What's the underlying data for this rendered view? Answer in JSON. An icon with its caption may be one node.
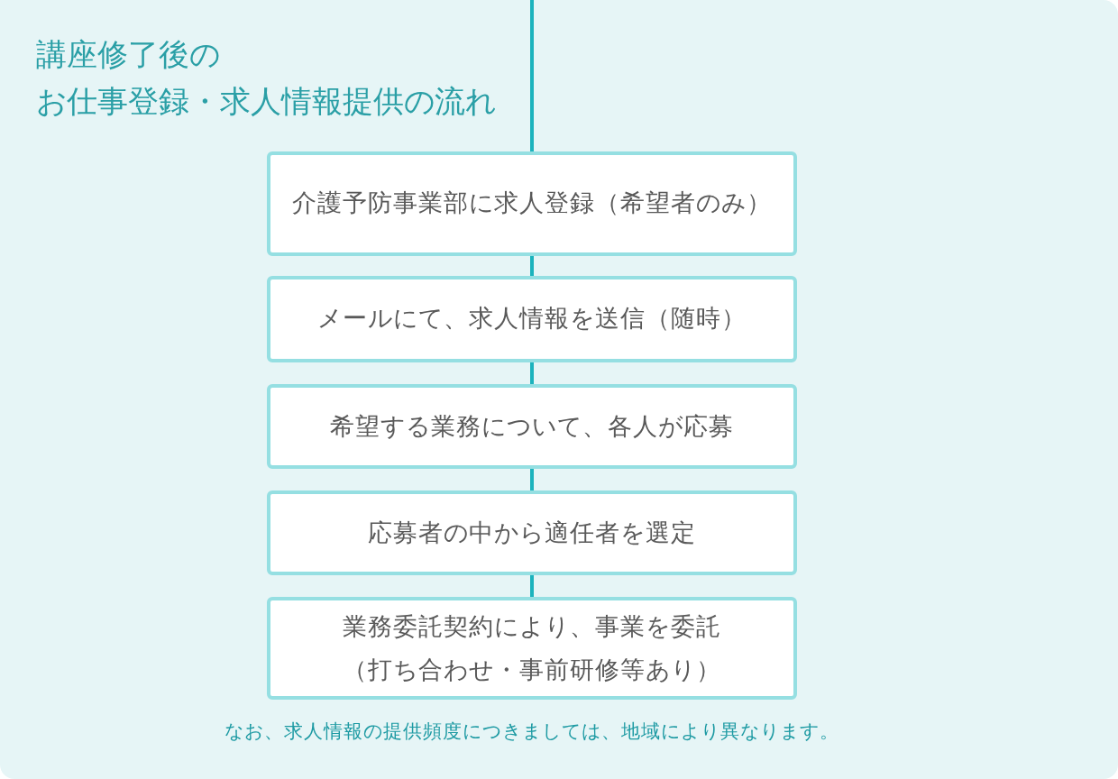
{
  "diagram": {
    "title": "講座修了後のお仕事登録・求人情報提供の流れ",
    "nodes": [
      {
        "text": [
          "介護予防事業部に求人登録（希望者のみ）"
        ]
      },
      {
        "text": [
          "メールにて、求人情報を送信（随時）"
        ]
      },
      {
        "text": [
          "希望する業務について、各人が応募"
        ]
      },
      {
        "text": [
          "応募者の中から適任者を選定"
        ]
      },
      {
        "text": [
          "業務委託契約により、事業を委託（打ち合わせ・事前研修等あり）"
        ]
      }
    ],
    "edges": [
      {
        "from": null,
        "to": 0,
        "arrow": "none"
      },
      {
        "from": 0,
        "to": 1,
        "arrow": "none"
      },
      {
        "from": 1,
        "to": 2,
        "arrow": "none"
      },
      {
        "from": 2,
        "to": 3,
        "arrow": "none"
      },
      {
        "from": 3,
        "to": 4,
        "arrow": "none"
      }
    ],
    "labels": [
      "なお、求人情報の提供頻度につきましては、地域により異なります。"
    ]
  }
}
